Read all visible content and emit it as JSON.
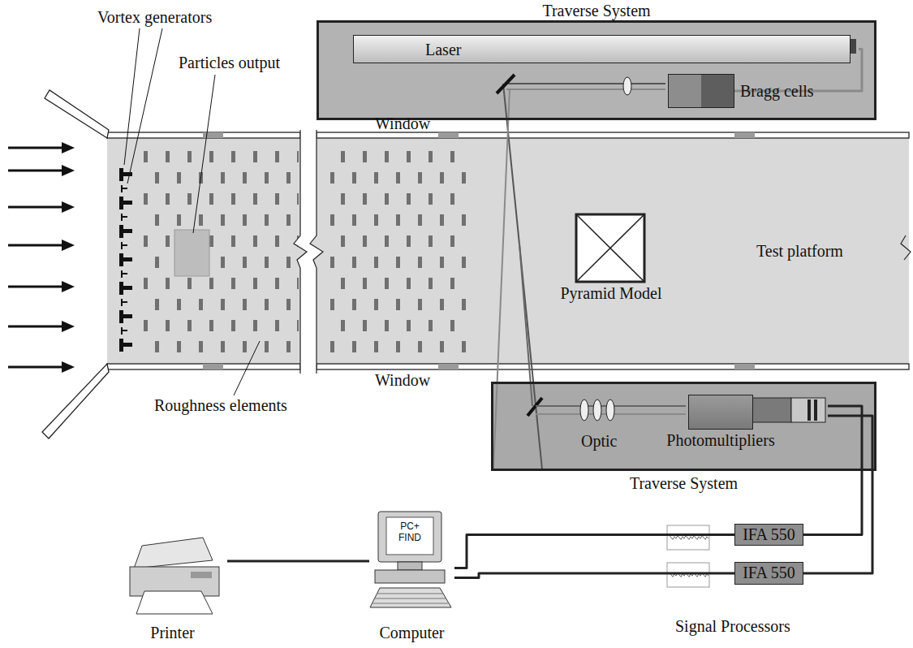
{
  "diagram": {
    "nodes": [
      {
        "text": [
          "Traverse System"
        ]
      },
      {
        "text": [
          "Laser"
        ],
        "in": 0
      },
      {
        "text": [
          "Bragg cells"
        ],
        "in": 0
      },
      {
        "text": [
          "Pyramid Model"
        ]
      },
      {
        "text": [
          "Traverse System"
        ]
      },
      {
        "text": [
          "Photomultipliers"
        ],
        "in": 4
      },
      {
        "text": [
          "IFA 550"
        ]
      },
      {
        "text": [
          "IFA 550"
        ]
      },
      {
        "text": [
          "PC+ FIND",
          "Computer"
        ]
      },
      {
        "text": [
          "Printer"
        ]
      }
    ],
    "edges": [
      {
        "from": 1,
        "to": 2,
        "arrow": "none"
      },
      {
        "from": 5,
        "to": 6,
        "arrow": "none"
      },
      {
        "from": 5,
        "to": 7,
        "arrow": "none"
      },
      {
        "from": 6,
        "to": 8,
        "arrow": "none"
      },
      {
        "from": 7,
        "to": 8,
        "arrow": "none"
      },
      {
        "from": 8,
        "to": 9,
        "arrow": "none"
      }
    ],
    "labels": [
      "Vortex generators",
      "Particles output",
      "Roughness elements",
      "Window",
      "Window",
      "Test platform",
      "Optic",
      "Signal Processors"
    ]
  }
}
